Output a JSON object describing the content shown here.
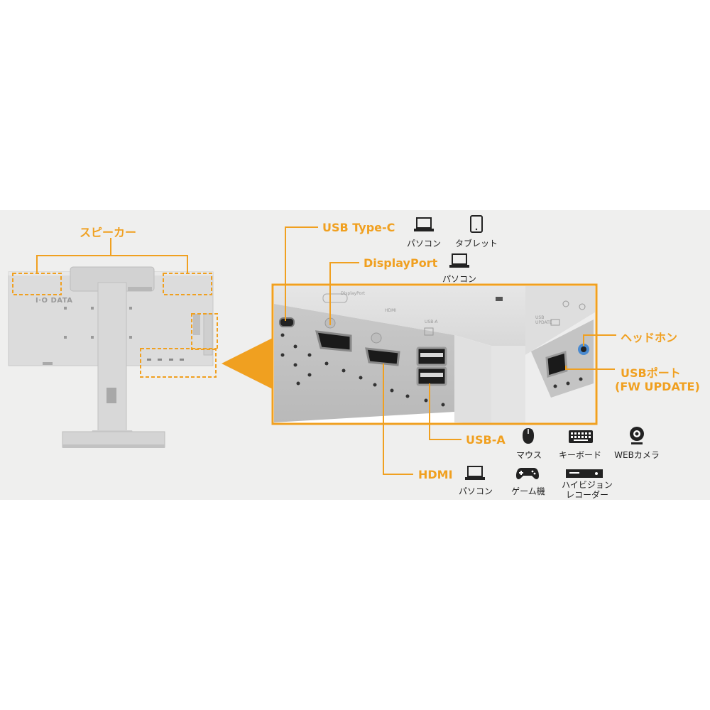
{
  "brand": "I·O DATA",
  "accent_color": "#f0a020",
  "speaker_label": "スピーカー",
  "panel_prints": {
    "displayport": "DisplayPort",
    "hdmi": "HDMI",
    "usb_a": "USB-A",
    "usb_update": "USB\nUPDATE"
  },
  "ports": {
    "usb_c": {
      "label": "USB Type-C",
      "devices": [
        {
          "icon": "laptop-icon",
          "label": "パソコン"
        },
        {
          "icon": "tablet-icon",
          "label": "タブレット"
        }
      ]
    },
    "displayport": {
      "label": "DisplayPort",
      "devices": [
        {
          "icon": "laptop-icon",
          "label": "パソコン"
        }
      ]
    },
    "headphone": {
      "label": "ヘッドホン"
    },
    "usb_port": {
      "label_line1": "USBポート",
      "label_line2": "(FW UPDATE)"
    },
    "usb_a": {
      "label": "USB-A",
      "devices": [
        {
          "icon": "mouse-icon",
          "label": "マウス"
        },
        {
          "icon": "keyboard-icon",
          "label": "キーボード"
        },
        {
          "icon": "webcam-icon",
          "label": "WEBカメラ"
        }
      ]
    },
    "hdmi": {
      "label": "HDMI",
      "devices": [
        {
          "icon": "laptop-icon",
          "label": "パソコン"
        },
        {
          "icon": "gamepad-icon",
          "label": "ゲーム機"
        },
        {
          "icon": "recorder-icon",
          "label": "ハイビジョン\nレコーダー"
        }
      ]
    }
  }
}
